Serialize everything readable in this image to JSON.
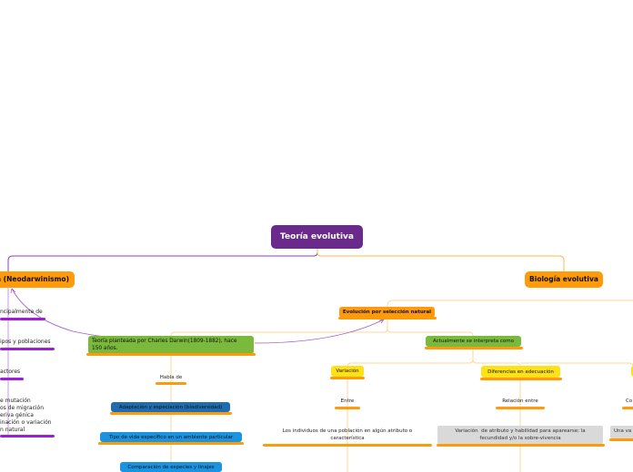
{
  "root": {
    "title": "Teoría evolutiva"
  },
  "left_branch": {
    "title": "a (Neodarwinismo)",
    "items": [
      "ncipalmente de",
      "ipos y poblaciones",
      "actores",
      "e mutación\nos de migración\neriva génica\ninación o variación\nn natural"
    ]
  },
  "right_branch": {
    "title": "Biología evolutiva"
  },
  "seleccion": {
    "title": "Evolución por selección natural"
  },
  "darwin": {
    "text": "Teoría planteada por Charles Darwin(1809-1882), hace\n150 años."
  },
  "habla": {
    "text": "Habla de"
  },
  "darwin_topics": [
    "Adaptación y especiación (biodiversidad)",
    "Tipo de vida específico en un ambiente particular",
    "Comparación de especies y linajes"
  ],
  "actualmente": {
    "text": "Actualmente se interpreta como"
  },
  "variacion": {
    "title": "Variación",
    "entre": "Entre",
    "detail": "Los individuos de una población en algún atributo o\ncaracterística"
  },
  "diferencias": {
    "title": "Diferencias en adecuación",
    "relacion": "Relación entre",
    "detail": "Variación  de atributo y habilidad para aparearse; la\nfecundidad y/o la sobre-vivencia"
  },
  "right_partial": {
    "label": "Co",
    "detail": "Una va"
  },
  "colors": {
    "root": "#6a2a8c",
    "orange": "#ff9a0a",
    "purple": "#9b1fd6",
    "green": "#7ab93c",
    "blue": "#1a94e0",
    "yellow": "#ffe11a",
    "grey": "#d9d9d9"
  }
}
